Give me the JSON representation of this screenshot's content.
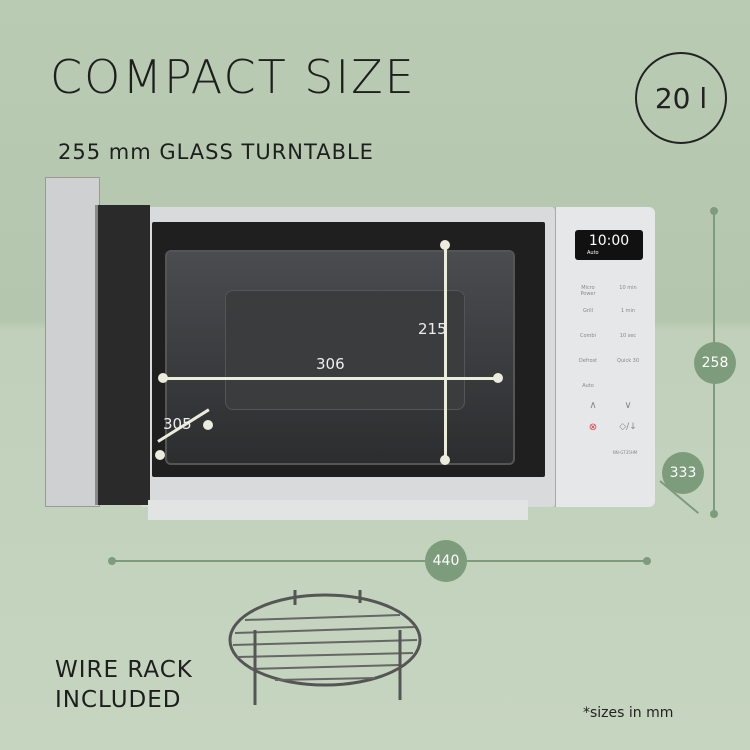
{
  "headline": "COMPACT SIZE",
  "capacity": "20 l",
  "subtitle": "255 mm GLASS TURNTABLE",
  "dimensions": {
    "cavity_height": "215",
    "cavity_width": "306",
    "cavity_depth": "305",
    "outer_height": "258",
    "outer_depth": "333",
    "outer_width": "440"
  },
  "control_panel": {
    "display_time": "10:00",
    "display_mode": "Auto",
    "buttons": [
      "Micro Power",
      "10 min",
      "Grill",
      "1 min",
      "Combi",
      "10 sec",
      "Defrost",
      "Quick 30",
      "Auto"
    ],
    "model": "NN-GT35HM"
  },
  "rack_label": [
    "WIRE RACK",
    "INCLUDED"
  ],
  "note": "*sizes in mm",
  "colors": {
    "background": "#b9cbb3",
    "accent": "#7d9c7c"
  }
}
